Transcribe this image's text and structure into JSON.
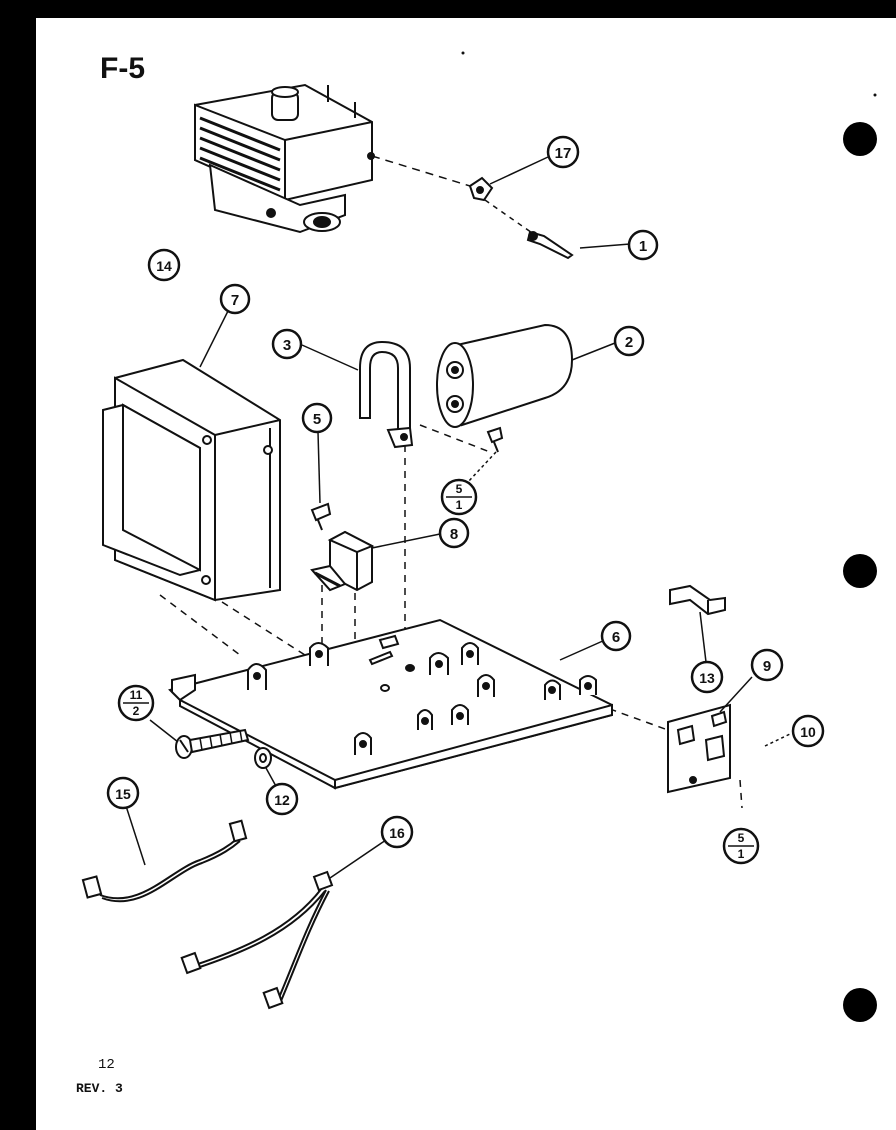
{
  "figure_label": "F-5",
  "page_number": "12",
  "revision": "REV. 3",
  "callouts": {
    "c1": "1",
    "c2": "2",
    "c3": "3",
    "c5": "5",
    "c6": "6",
    "c7": "7",
    "c8": "8",
    "c9": "9",
    "c10": "10",
    "c12": "12",
    "c13": "13",
    "c14": "14",
    "c15": "15",
    "c16": "16",
    "c17": "17",
    "f5_1_top": "5",
    "f5_1_bot": "1",
    "f11_2_top": "11",
    "f11_2_bot": "2",
    "f5_1b_top": "5",
    "f5_1b_bot": "1"
  },
  "colors": {
    "ink": "#111111",
    "paper": "#ffffff",
    "border": "#000000"
  }
}
